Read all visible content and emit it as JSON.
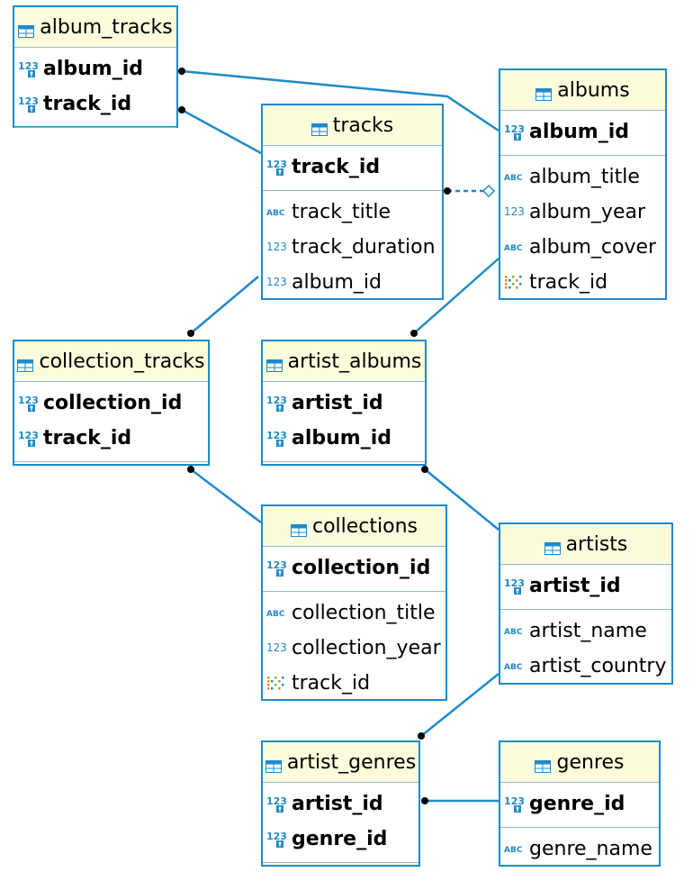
{
  "colors": {
    "border": "#1e8ac9",
    "header_bg": "#fcfcdc",
    "link": "#1e8ac9",
    "text": "#000000"
  },
  "tables": [
    {
      "id": "album_tracks",
      "name": "album_tracks",
      "pk": [
        {
          "name": "album_id",
          "icon": "key-number-icon"
        },
        {
          "name": "track_id",
          "icon": "key-number-icon"
        }
      ],
      "cols": []
    },
    {
      "id": "tracks",
      "name": "tracks",
      "pk": [
        {
          "name": "track_id",
          "icon": "key-number-icon"
        }
      ],
      "cols": [
        {
          "name": "track_title",
          "icon": "text-icon"
        },
        {
          "name": "track_duration",
          "icon": "number-icon"
        },
        {
          "name": "album_id",
          "icon": "number-icon"
        }
      ]
    },
    {
      "id": "albums",
      "name": "albums",
      "pk": [
        {
          "name": "album_id",
          "icon": "key-number-icon"
        }
      ],
      "cols": [
        {
          "name": "album_title",
          "icon": "text-icon"
        },
        {
          "name": "album_year",
          "icon": "number-icon"
        },
        {
          "name": "album_cover",
          "icon": "text-icon"
        },
        {
          "name": "track_id",
          "icon": "array-icon"
        }
      ]
    },
    {
      "id": "collection_tracks",
      "name": "collection_tracks",
      "pk": [
        {
          "name": "collection_id",
          "icon": "key-number-icon"
        },
        {
          "name": "track_id",
          "icon": "key-number-icon"
        }
      ],
      "cols": []
    },
    {
      "id": "artist_albums",
      "name": "artist_albums",
      "pk": [
        {
          "name": "artist_id",
          "icon": "key-number-icon"
        },
        {
          "name": "album_id",
          "icon": "key-number-icon"
        }
      ],
      "cols": []
    },
    {
      "id": "collections",
      "name": "collections",
      "pk": [
        {
          "name": "collection_id",
          "icon": "key-number-icon"
        }
      ],
      "cols": [
        {
          "name": "collection_title",
          "icon": "text-icon"
        },
        {
          "name": "collection_year",
          "icon": "number-icon"
        },
        {
          "name": "track_id",
          "icon": "array-icon"
        }
      ]
    },
    {
      "id": "artists",
      "name": "artists",
      "pk": [
        {
          "name": "artist_id",
          "icon": "key-number-icon"
        }
      ],
      "cols": [
        {
          "name": "artist_name",
          "icon": "text-icon"
        },
        {
          "name": "artist_country",
          "icon": "text-icon"
        }
      ]
    },
    {
      "id": "artist_genres",
      "name": "artist_genres",
      "pk": [
        {
          "name": "artist_id",
          "icon": "key-number-icon"
        },
        {
          "name": "genre_id",
          "icon": "key-number-icon"
        }
      ],
      "cols": []
    },
    {
      "id": "genres",
      "name": "genres",
      "pk": [
        {
          "name": "genre_id",
          "icon": "key-number-icon"
        }
      ],
      "cols": [
        {
          "name": "genre_name",
          "icon": "text-icon"
        }
      ]
    }
  ],
  "relationships": [
    {
      "from": "album_tracks",
      "to": "albums",
      "style": "solid"
    },
    {
      "from": "album_tracks",
      "to": "tracks",
      "style": "solid"
    },
    {
      "from": "tracks",
      "to": "albums",
      "style": "dashed"
    },
    {
      "from": "collection_tracks",
      "to": "tracks",
      "style": "solid"
    },
    {
      "from": "artist_albums",
      "to": "albums",
      "style": "solid"
    },
    {
      "from": "collection_tracks",
      "to": "collections",
      "style": "solid"
    },
    {
      "from": "artist_albums",
      "to": "artists",
      "style": "solid"
    },
    {
      "from": "artist_genres",
      "to": "artists",
      "style": "solid"
    },
    {
      "from": "artist_genres",
      "to": "genres",
      "style": "solid"
    }
  ]
}
